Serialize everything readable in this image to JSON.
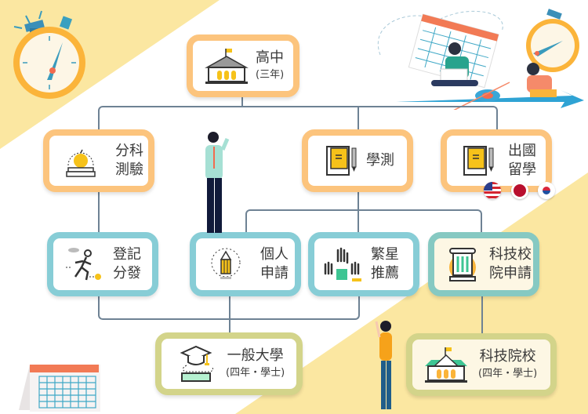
{
  "diagram": {
    "title_node": {
      "label": "高中",
      "sub": "(三年)",
      "icon": "school-building-icon"
    },
    "level1": [
      {
        "id": "subject-exam",
        "label": "分科\n測驗",
        "icon": "apple-books-icon"
      },
      {
        "id": "gsat",
        "label": "學測",
        "icon": "book-pencil-icon"
      },
      {
        "id": "study-abroad",
        "label": "出國\n留學",
        "icon": "book-pencil-icon",
        "flags": [
          "us-flag-icon",
          "japan-flag-icon",
          "korea-flag-icon"
        ]
      }
    ],
    "level2": [
      {
        "id": "registration-allocation",
        "label": "登記\n分發",
        "icon": "running-person-icon"
      },
      {
        "id": "personal-application",
        "label": "個人\n申請",
        "icon": "pencil-icon"
      },
      {
        "id": "star-program",
        "label": "繁星\n推薦",
        "icon": "raised-hands-icon"
      },
      {
        "id": "tech-application",
        "label": "科技校\n院申請",
        "icon": "column-pillar-icon"
      }
    ],
    "level3": [
      {
        "id": "general-university",
        "label": "一般大學",
        "sub": "(四年・學士)",
        "icon": "graduation-cap-keyboard-icon"
      },
      {
        "id": "tech-university",
        "label": "科技院校",
        "sub": "(四年・學士)",
        "icon": "school-building-green-icon"
      }
    ]
  },
  "colors": {
    "orange_border": "#fcc47d",
    "teal_border": "#87cdd6",
    "olive_border": "#d3d48a",
    "connector": "#6e8294",
    "background_yellow": "#fbe7a1",
    "icon_yellow": "#f6c21a",
    "icon_green": "#3ec593"
  },
  "illustrations": [
    "stopwatch-icon",
    "calendar-icon",
    "man-with-laptop-icon",
    "woman-with-phone-icon",
    "man-pointing-icon",
    "woman-waving-icon",
    "clock-hand-arrow-icon"
  ]
}
